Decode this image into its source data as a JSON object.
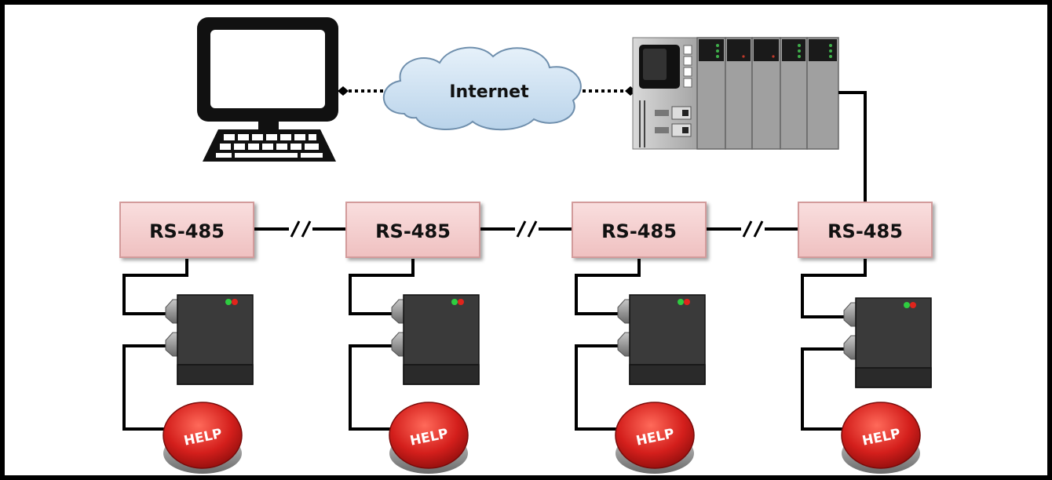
{
  "cloud": {
    "label": "Internet"
  },
  "nodes": [
    {
      "label": "RS-485",
      "button": "HELP"
    },
    {
      "label": "RS-485",
      "button": "HELP"
    },
    {
      "label": "RS-485",
      "button": "HELP"
    },
    {
      "label": "RS-485",
      "button": "HELP"
    }
  ],
  "colors": {
    "frame": "#000000",
    "box_fill": "#f2c9c9",
    "box_edge": "#d49a9a",
    "cloud_fill": "#d6e8f6",
    "cloud_edge": "#7a9bb8",
    "help_red": "#d8201e",
    "device_body": "#3b3b3b",
    "plc_body": "#a9a9a9"
  }
}
